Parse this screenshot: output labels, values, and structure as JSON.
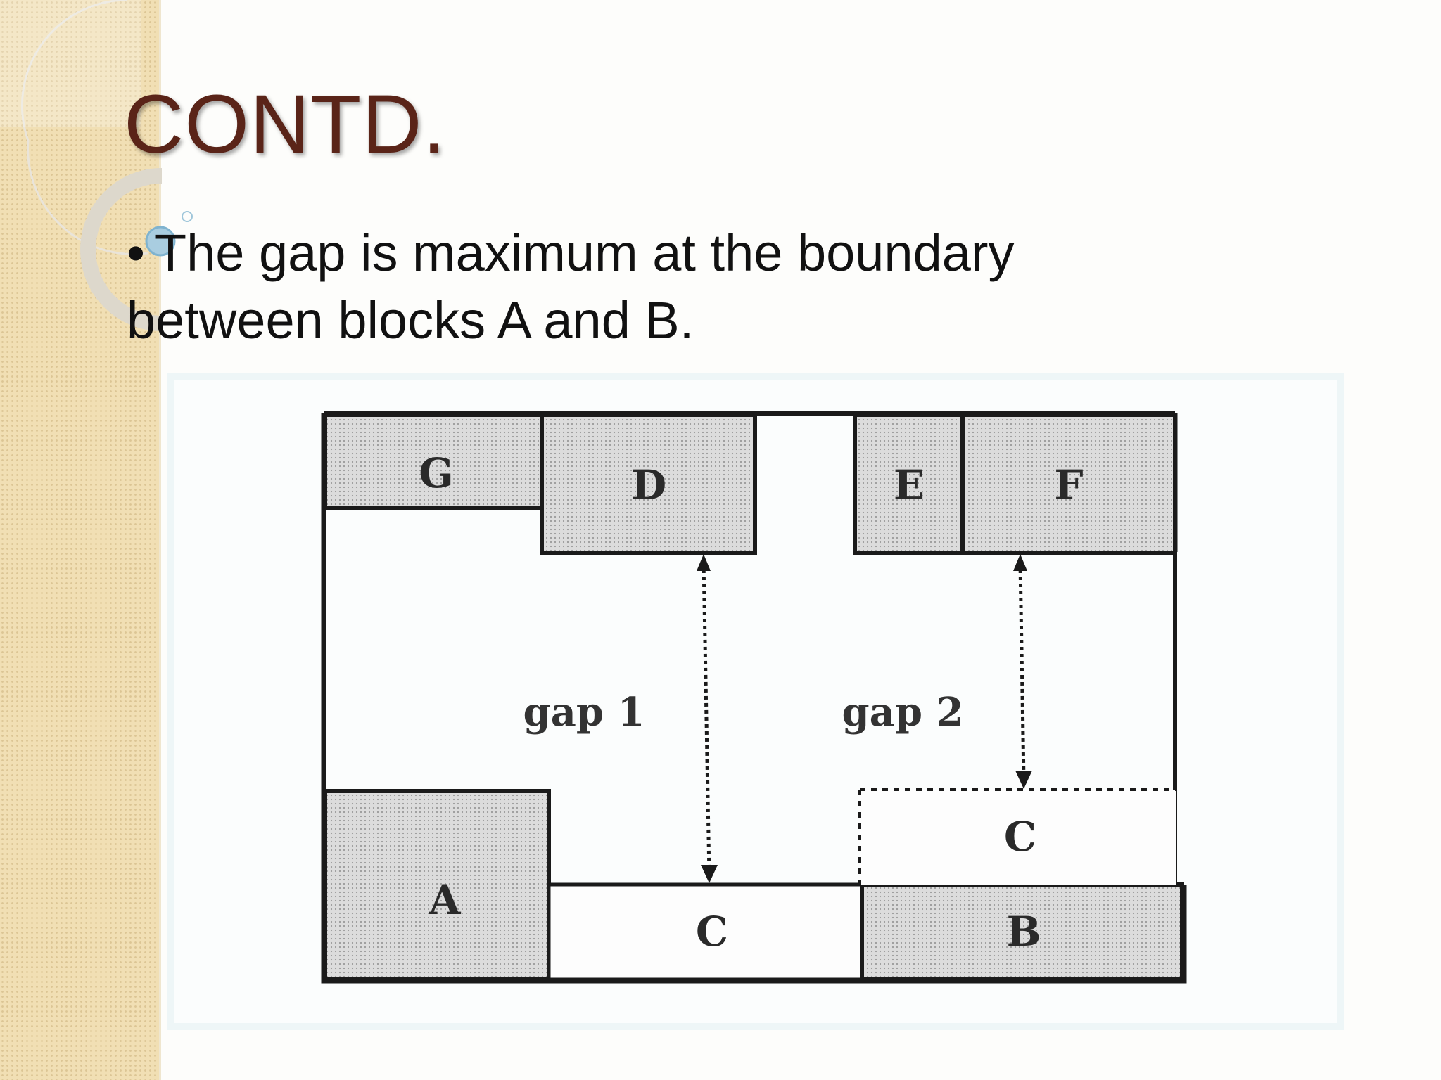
{
  "slide": {
    "title": "CONTD.",
    "bullet_text": "The gap is maximum at the boundary between blocks A and B."
  },
  "diagram": {
    "blocks": [
      "G",
      "D",
      "E",
      "F",
      "A",
      "C",
      "C",
      "B"
    ],
    "gap_labels": [
      "gap 1",
      "gap 2"
    ]
  },
  "colors": {
    "title": "#5a2418",
    "sidebar": "#f1dfb4",
    "block_fill": "#d9d9d9"
  }
}
